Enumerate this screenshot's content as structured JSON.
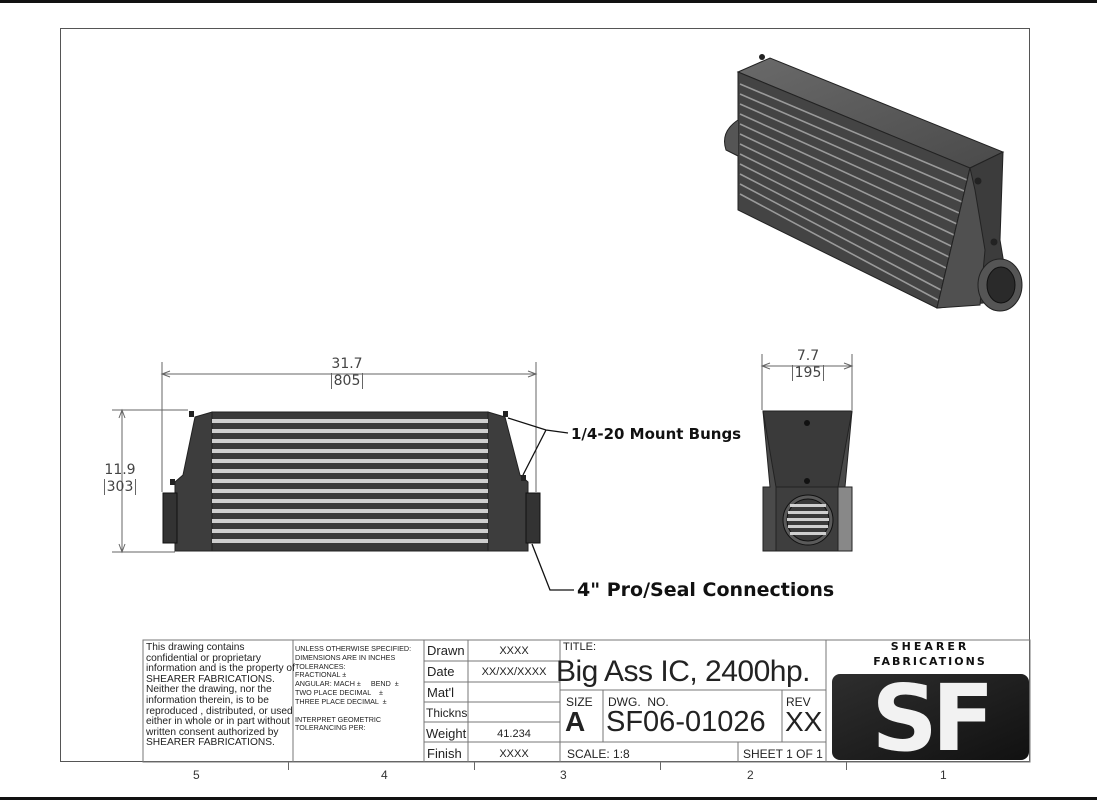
{
  "zones": [
    "5",
    "4",
    "3",
    "2",
    "1"
  ],
  "dimensions": {
    "front_width_in": "31.7",
    "front_width_mm": "805",
    "front_height_in": "11.9",
    "front_height_mm": "303",
    "side_width_in": "7.7",
    "side_width_mm": "195"
  },
  "callouts": {
    "mount_bungs": "1/4-20 Mount Bungs",
    "connections": "4\" Pro/Seal Connections"
  },
  "title_block": {
    "notice_text": "This drawing contains confidential or proprietary information and is the property of SHEARER FABRICATIONS. Neither the drawing, nor the information therein, is to be reproduced , distributed, or used either in whole or in part without written consent authorized by SHEARER FABRICATIONS.",
    "spec_lines": [
      "UNLESS OTHERWISE SPECIFIED:",
      "DIMENSIONS ARE IN INCHES",
      "TOLERANCES:",
      "FRACTIONAL ±",
      "ANGULAR: MACH ±     BEND  ±",
      "TWO PLACE DECIMAL    ±",
      "THREE PLACE DECIMAL  ±",
      "",
      "INTERPRET GEOMETRIC",
      "TOLERANCING PER:"
    ],
    "rows": [
      {
        "label": "Drawn",
        "value": "XXXX"
      },
      {
        "label": "Date",
        "value": "XX/XX/XXXX"
      },
      {
        "label": "Mat'l",
        "value": ""
      },
      {
        "label": "Thickns",
        "value": ""
      },
      {
        "label": "Weight",
        "value": "41.234"
      },
      {
        "label": "Finish",
        "value": "XXXX"
      }
    ],
    "title_label": "TITLE:",
    "title": "Big Ass IC, 2400hp.",
    "size_label": "SIZE",
    "size": "A",
    "dwg_label": "DWG.  NO.",
    "dwg_no": "SF06-01026",
    "rev_label": "REV",
    "rev": "XX",
    "scale": "SCALE: 1:8",
    "sheet": "SHEET 1 OF 1",
    "company_line1": "SHEARER",
    "company_line2": "FABRICATIONS",
    "logo_text": "SF"
  },
  "colors": {
    "body_dark": "#3a3a3a",
    "fin_light": "#c8c8c8",
    "logo_bg": "#1c1c1c"
  }
}
